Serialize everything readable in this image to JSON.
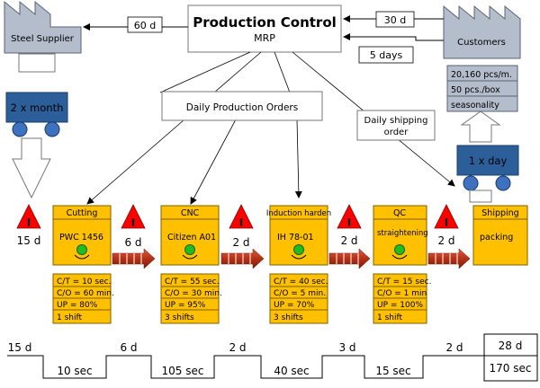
{
  "control": {
    "title": "Production Control",
    "subtitle": "MRP"
  },
  "supplier": {
    "label": "Steel Supplier",
    "lead_time": "60 d",
    "truck": "2 x month"
  },
  "customer": {
    "label": "Customers",
    "lead_time": "30 d",
    "schedule": "5 days",
    "demand": [
      "20,160 pcs/m.",
      "50 pcs./box",
      "seasonality"
    ],
    "truck": "1 x day"
  },
  "orders": {
    "daily_production": "Daily Production Orders",
    "daily_shipping": [
      "Daily shipping",
      "order"
    ]
  },
  "inventory_icon": "I",
  "inventories": [
    "15 d",
    "6 d",
    "2 d",
    "2 d",
    "2 d"
  ],
  "processes": [
    {
      "name": "Cutting",
      "machine": "PWC 1456",
      "data": [
        "C/T = 10 sec.",
        "C/O = 60 min.",
        "UP = 80%",
        "1 shift"
      ]
    },
    {
      "name": "CNC",
      "machine": "Citizen A01",
      "data": [
        "C/T = 55 sec.",
        "C/O = 30 min.",
        "UP = 95%",
        "3 shifts"
      ]
    },
    {
      "name": "Induction harden",
      "machine": "IH 78-01",
      "data": [
        "C/T = 40 sec.",
        "C/O = 5 min.",
        "UP = 70%",
        "3 shifts"
      ]
    },
    {
      "name": "QC",
      "machine": "straightening",
      "data": [
        "C/T = 15 sec.",
        "C/O = 1 min",
        "UP = 100%",
        "1 shift"
      ]
    }
  ],
  "shipping": {
    "name": "Shipping",
    "detail": "packing"
  },
  "timeline": {
    "waits": [
      "15 d",
      "6 d",
      "2 d",
      "3 d",
      "2 d"
    ],
    "cycles": [
      "10 sec",
      "105 sec",
      "40 sec",
      "15 sec"
    ],
    "total_lead": "28 d",
    "total_cycle": "170 sec"
  },
  "colors": {
    "process": "#FFC000",
    "factory": "#B4BDCB",
    "truck": "#2C5F9A",
    "wheel": "#3E72C0",
    "inventory": "#FF0000",
    "push_arrow": "#B53015",
    "operator": "#22BB22"
  }
}
